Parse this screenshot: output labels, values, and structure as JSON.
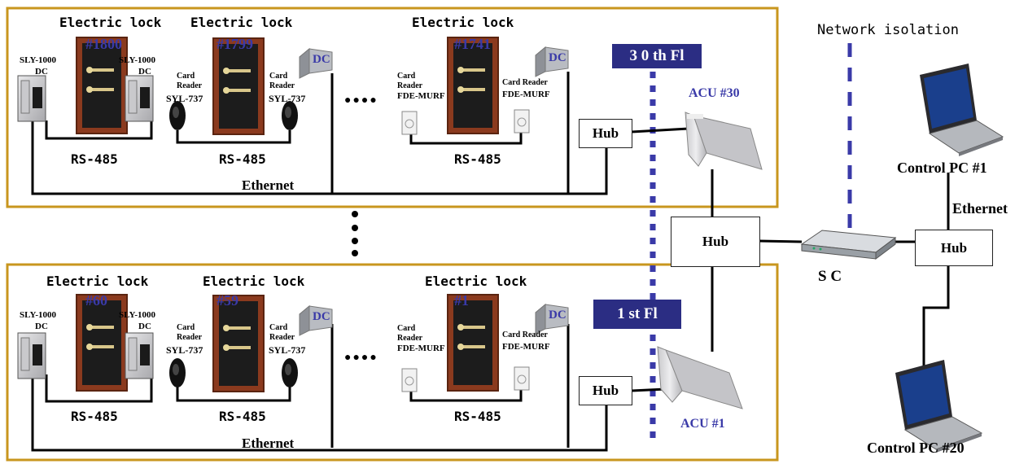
{
  "isolation_label": "Network isolation",
  "lock_label": "Electric lock",
  "card_reader_small": [
    "Card",
    "Reader"
  ],
  "card_reader_label": "Card Reader",
  "model_syl": "SYL-737",
  "model_fde": "FDE-MURF",
  "model_sly": "SLY-1000",
  "dc_label": "DC",
  "rs485": "RS-485",
  "ethernet": "Ethernet",
  "hub": "Hub",
  "ellipsis": "●●●●",
  "sc_label": "S C",
  "floors": [
    {
      "floor_label": "3 0 th Fl",
      "acu_label": "ACU #30",
      "door_numbers": [
        "#1800",
        "#1799",
        "#1741"
      ]
    },
    {
      "floor_label": "1 st Fl",
      "acu_label": "ACU #1",
      "door_numbers": [
        "#60",
        "#59",
        "#1"
      ]
    }
  ],
  "pcs": [
    {
      "label": "Control PC #1"
    },
    {
      "label": "Control PC #20"
    }
  ],
  "colors": {
    "frame": "#c8961e",
    "navy": "#2b2d83",
    "door": "#8b3a1e",
    "dashed": "#3a3aa8"
  }
}
